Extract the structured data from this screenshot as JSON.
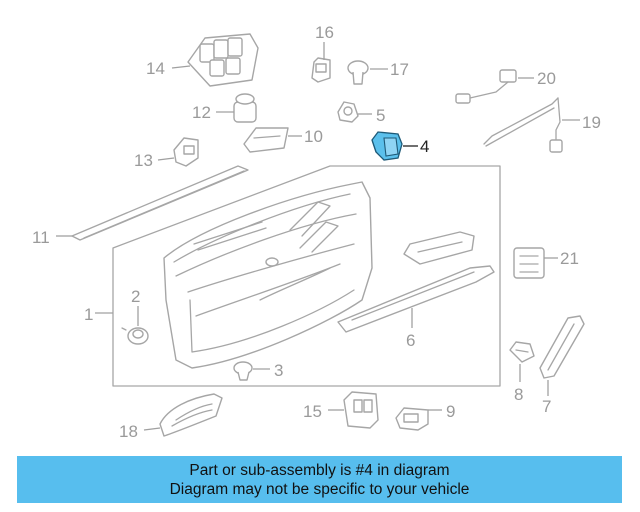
{
  "diagram": {
    "highlighted_part": "4",
    "highlight_color": "#5bc0ec",
    "part_color": "#a6a6a6",
    "callouts": [
      "1",
      "2",
      "3",
      "4",
      "5",
      "6",
      "7",
      "8",
      "9",
      "10",
      "11",
      "12",
      "13",
      "14",
      "15",
      "16",
      "17",
      "18",
      "19",
      "20",
      "21"
    ]
  },
  "banner": {
    "line1": "Part or sub-assembly is #4 in diagram",
    "line2": "Diagram may not be specific to your vehicle",
    "background": "#57beee"
  }
}
